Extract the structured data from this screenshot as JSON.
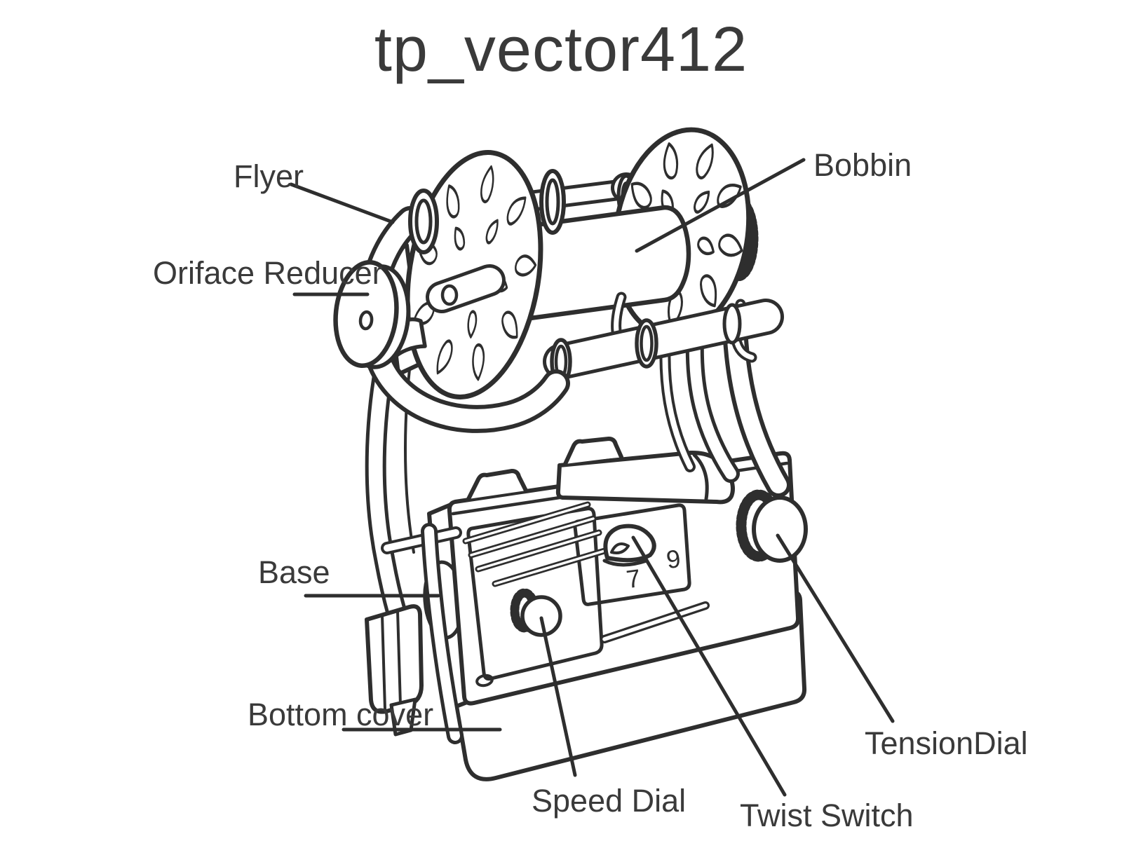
{
  "title": "tp_vector412",
  "diagram": {
    "type": "labeled-line-art",
    "subject": "electric spinner machine with flyer, bobbin and control knobs",
    "labels": [
      {
        "id": "flyer",
        "text": "Flyer"
      },
      {
        "id": "oriface-reducer",
        "text": "Oriface Reducer"
      },
      {
        "id": "bobbin",
        "text": "Bobbin"
      },
      {
        "id": "base",
        "text": "Base"
      },
      {
        "id": "bottom-cover",
        "text": "Bottom cover"
      },
      {
        "id": "speed-dial",
        "text": "Speed Dial"
      },
      {
        "id": "twist-switch",
        "text": "Twist Switch"
      },
      {
        "id": "tension-dial",
        "text": "TensionDial"
      }
    ],
    "dial_markings": [
      "7",
      "9"
    ],
    "colors": {
      "line": "#2e2e2e",
      "text": "#3a3a3a",
      "background": "#ffffff"
    }
  }
}
